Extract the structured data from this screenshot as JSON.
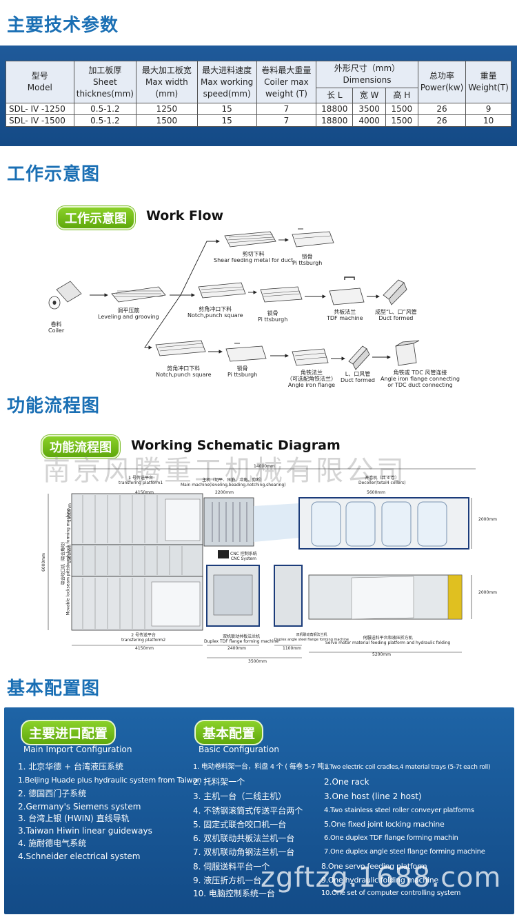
{
  "sections": {
    "specs": "主要技术参数",
    "workflow": "工作示意图",
    "schematic": "功能流程图",
    "config": "基本配置图"
  },
  "spec_table": {
    "headers": {
      "model": [
        "型号",
        "Model"
      ],
      "sheet": [
        "加工板厚",
        "Sheet",
        "thicknes(mm)"
      ],
      "width": [
        "最大加工板宽",
        "Max width",
        "(mm)"
      ],
      "speed": [
        "最大进料速度",
        "Max working",
        "speed(mm)"
      ],
      "coiler": [
        "卷料最大重量",
        "Coiler max",
        "weight (T)"
      ],
      "dims": [
        "外形尺寸（mm）",
        "Dimensions"
      ],
      "dim_l": "长 L",
      "dim_w": "宽 W",
      "dim_h": "高 H",
      "power": [
        "总功率",
        "Power(kw)"
      ],
      "weight": [
        "重量",
        "Weight(T)"
      ]
    },
    "rows": [
      [
        "SDL- IV -1250",
        "0.5-1.2",
        "1250",
        "15",
        "7",
        "18800",
        "3500",
        "1500",
        "26",
        "9"
      ],
      [
        "SDL- IV -1500",
        "0.5-1.2",
        "1500",
        "15",
        "7",
        "18800",
        "4000",
        "1500",
        "26",
        "10"
      ]
    ]
  },
  "workflow": {
    "badge": "工作示意图",
    "caption": "Work Flow",
    "coiler": [
      "卷料",
      "Coiler"
    ],
    "leveling": [
      "调平压筋",
      "Leveling and grooving"
    ],
    "shear": [
      "剪切下料",
      "Shear feeding metal for duct"
    ],
    "pittsburgh_top": [
      "锁骨",
      "Pi ttsburgh"
    ],
    "notch_mid": [
      "剪角冲口下料",
      "Notch,punch square"
    ],
    "pittsburgh_mid": [
      "锁骨",
      "Pi ttsburgh"
    ],
    "tdf": [
      "共板法兰",
      "TDF machine"
    ],
    "duct_formed": [
      "成型“L、口”风管",
      "Duct formed"
    ],
    "notch_bot": [
      "剪角冲口下料",
      "Notch,punch square"
    ],
    "pittsburgh_bot": [
      "锁骨",
      "Pi ttsburgh"
    ],
    "angle_flange": [
      "角铁法兰",
      "（可选配角铁法兰）",
      "Angle iron flange"
    ],
    "duct_formed2": [
      "L、口风管",
      "Duct formed"
    ],
    "tdc": [
      "角铁或 TDC 风管连接",
      "Angle iron flange connecting",
      "or TDC duct connecting"
    ]
  },
  "schematic": {
    "badge": "功能流程图",
    "caption": "Working Schematic Diagram",
    "watermark": "南京风腾重工机械有限公司",
    "total_len": "14000mm",
    "platform1": [
      "1 号传送平台",
      "transfering platform1"
    ],
    "main_machine": [
      "主机（切平、压筋、冲角、剪断）",
      "Main machine(leveling,beading,notching,shearing)"
    ],
    "decoiler": [
      "开卷机（共 4 卷）",
      "Decoiler(total4 coilers)"
    ],
    "d4150a": "4150mm",
    "d2200": "2200mm",
    "d5600": "5600mm",
    "d1900": "1900mm",
    "d1500": "1500mm",
    "d2000a": "2000mm",
    "d6000": "6000mm",
    "side_label": [
      "联合咬口机（联合角咬）",
      "Movable lockseam pittsburgh lock forming machine"
    ],
    "cnc": [
      "CNC 控制系统",
      "CNC System"
    ],
    "d2000b": "2000mm",
    "platform2": [
      "2 号传送平台",
      "transfering platform2"
    ],
    "duplex_tdf": [
      "双机联动共板法兰机",
      "Duplex TDF flange forming machine"
    ],
    "duplex_angle": [
      "双机联动角钢法兰机",
      "Duplex angle steel flange forming machine"
    ],
    "servo": [
      "伺服送料平台和液压折方机",
      "Servo motor material feeding platform and hydraulic folding"
    ],
    "d4150b": "4150mm",
    "d2400": "2400mm",
    "d1100": "1100mm",
    "d5200": "5200mm",
    "d3500": "3500mm"
  },
  "config": {
    "import_badge": "主要进口配置",
    "import_sub": "Main Import Configuration",
    "import_items": [
      "1. 北京华德 + 台湾液压系统",
      "1.Beijing Huade plus hydraulic system from Taiwan",
      "2. 德国西门子系统",
      "2.Germany's Siemens system",
      "3. 台湾上银 (HWIN) 直线导轨",
      "3.Taiwan Hiwin linear guideways",
      "4. 施耐德电气系统",
      "4.Schneider electrical system"
    ],
    "basic_badge": "基本配置",
    "basic_sub": "Basic Configuration",
    "basic_cn": [
      "1. 电动卷料架一台，料盘 4 个 ( 每卷 5-7 吨 )",
      "2. 托料架一个",
      "3. 主机一台（二线主机）",
      "4. 不锈钢滚筒式传送平台两个",
      "5. 固定式联合咬口机一台",
      "6. 双机联动共板法兰机一台",
      "7. 双机联动角钢法兰机一台",
      "8. 伺服送料平台一个",
      "9. 液压折方机一台",
      "10. 电脑控制系统一台"
    ],
    "basic_en": [
      "1.Two electric coil cradles,4 material trays (5-7t each roll)",
      "2.One rack",
      "3.One host (line 2 host)",
      "4.Two stainless steel roller conveyer platforms",
      "5.One fixed joint locking machine",
      "6.One duplex TDF flange forming machin",
      "7.One duplex angle steel flange forming machine",
      "8.One servo feeding platform",
      "9.One hydraulic folding machine",
      "10.One set of computer controlling system"
    ],
    "watermark": "zgftzg.1688.com"
  }
}
